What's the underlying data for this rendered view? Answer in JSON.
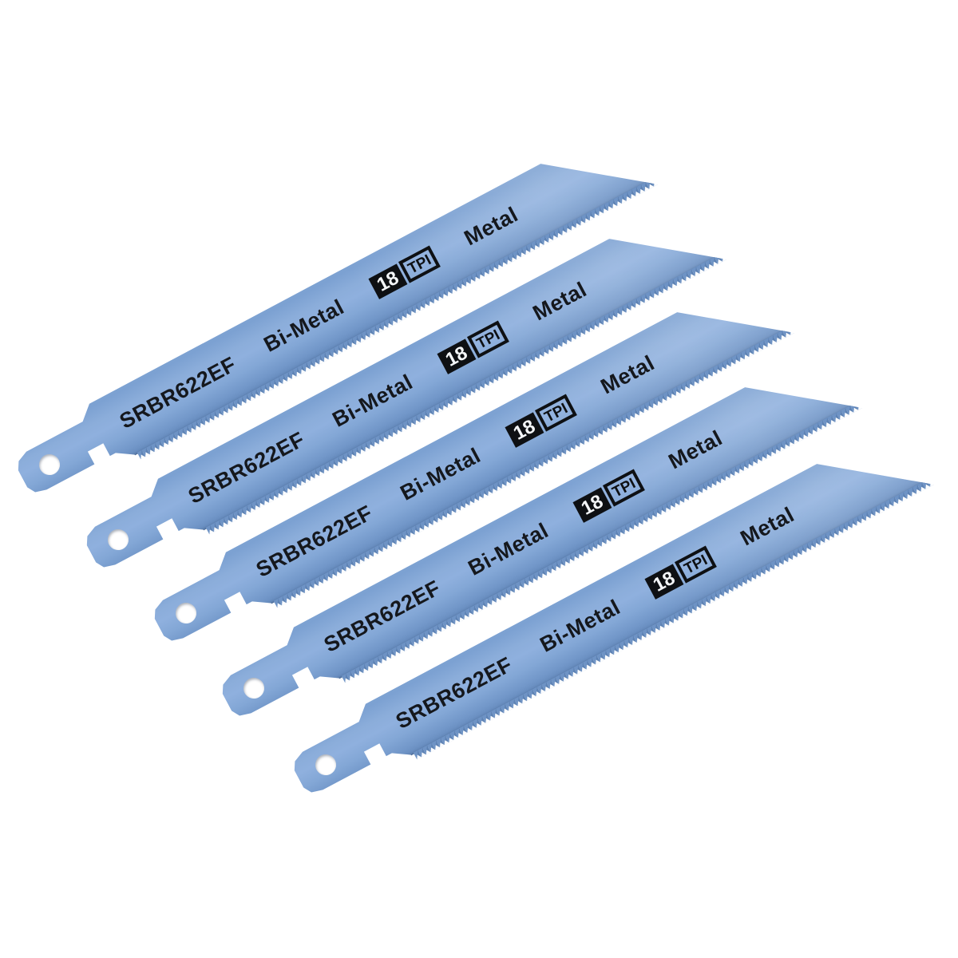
{
  "background_color": "#ffffff",
  "product": {
    "code": "SRBR622EF",
    "material": "Bi-Metal",
    "tpi": "18",
    "tpi_unit": "TPI",
    "cut_type": "Metal",
    "blade_count": 5
  },
  "colors": {
    "blade_blue": "#8fb0de",
    "blade_blue_mid": "#7ca1d2",
    "blade_blue_dark": "#5d82b4",
    "print_black": "#15181d",
    "badge_black": "#0e1013",
    "badge_text_white": "#f4f6f8",
    "background": "#ffffff"
  },
  "blades": [
    {
      "code": "SRBR622EF",
      "material": "Bi-Metal",
      "tpi": "18",
      "tpi_unit": "TPI",
      "cut_type": "Metal"
    },
    {
      "code": "SRBR622EF",
      "material": "Bi-Metal",
      "tpi": "18",
      "tpi_unit": "TPI",
      "cut_type": "Metal"
    },
    {
      "code": "SRBR622EF",
      "material": "Bi-Metal",
      "tpi": "18",
      "tpi_unit": "TPI",
      "cut_type": "Metal"
    },
    {
      "code": "SRBR622EF",
      "material": "Bi-Metal",
      "tpi": "18",
      "tpi_unit": "TPI",
      "cut_type": "Metal"
    },
    {
      "code": "SRBR622EF",
      "material": "Bi-Metal",
      "tpi": "18",
      "tpi_unit": "TPI",
      "cut_type": "Metal"
    }
  ]
}
